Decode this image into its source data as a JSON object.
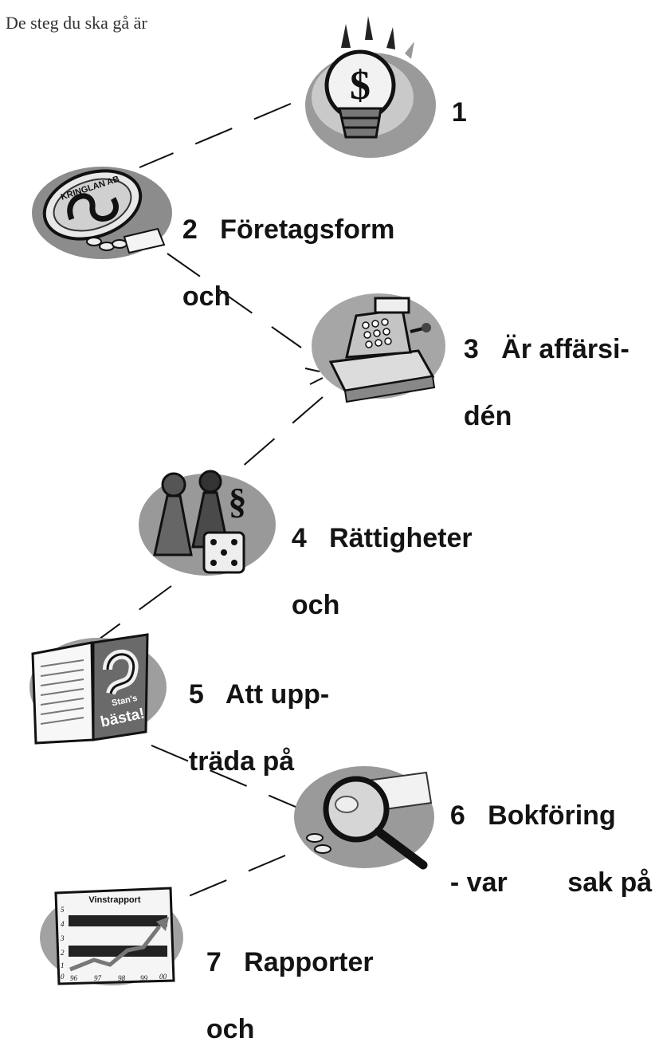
{
  "intro": "De steg du ska gå är",
  "steps": [
    {
      "num": "1",
      "line1": "",
      "line2": "",
      "icon": "lightbulb-dollar-icon"
    },
    {
      "num": "2",
      "line1": "Företagsform",
      "line2": "och",
      "icon": "company-sign-icon",
      "sign_text": "KRINGLAN AB"
    },
    {
      "num": "3",
      "line1": "Är affärsi-",
      "line2": "dén",
      "icon": "cash-register-icon"
    },
    {
      "num": "4",
      "line1": "Rättigheter",
      "line2": "och",
      "icon": "game-pieces-dice-icon",
      "symbol": "§"
    },
    {
      "num": "5",
      "line1": "Att upp-",
      "line2": "träda på",
      "icon": "magazine-icon",
      "mag_line1": "Stan's",
      "mag_line2": "bästa!"
    },
    {
      "num": "6",
      "line1": "Bokföring",
      "line2": "- var        sak på",
      "icon": "magnifier-icon"
    },
    {
      "num": "7",
      "line1": "Rapporter",
      "line2": "och",
      "icon": "profit-report-chart-icon",
      "chart_title": "Vinstrapport",
      "y_ticks": [
        "5",
        "4",
        "3",
        "2",
        "1",
        "0"
      ],
      "x_ticks": [
        "96",
        "97",
        "98",
        "99",
        "00"
      ]
    }
  ]
}
